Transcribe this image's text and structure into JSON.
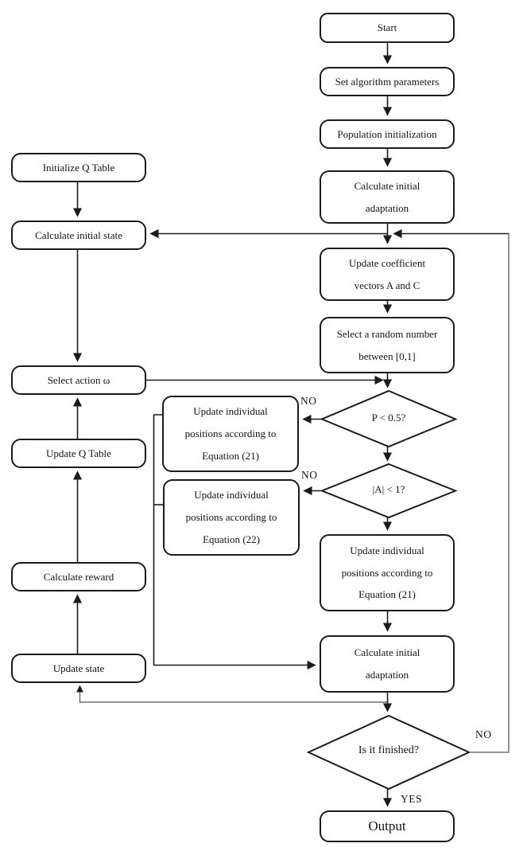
{
  "colors": {
    "stroke": "#1b1b1b",
    "loop_stroke": "#555555",
    "node_fill": "#ffffff"
  },
  "nodes": {
    "start": "Start",
    "set_params": "Set algorithm parameters",
    "population_init": "Population initialization",
    "calc_adaptation_1": "Calculate initial adaptation",
    "update_coeff": "Update coefficient vectors A and C",
    "select_random": "Select a random number between [0,1]",
    "decision_p": "P < 0.5?",
    "decision_a": "|A| < 1?",
    "eq21_side": "Update individual positions according to Equation (21)",
    "eq22_side": "Update individual positions according to Equation (22)",
    "eq21_main": "Update individual positions according to Equation (21)",
    "calc_adaptation_2": "Calculate initial adaptation",
    "decision_finished": "Is it finished?",
    "output": "Output",
    "initialize_q_table": "Initialize Q Table",
    "calc_initial_state": "Calculate initial state",
    "select_action": "Select action ω",
    "update_q_table": "Update Q Table",
    "calc_reward": "Calculate reward",
    "update_state": "Update state"
  },
  "labels": {
    "no_p": "NO",
    "no_a": "NO",
    "no_finished": "NO",
    "yes": "YES"
  }
}
